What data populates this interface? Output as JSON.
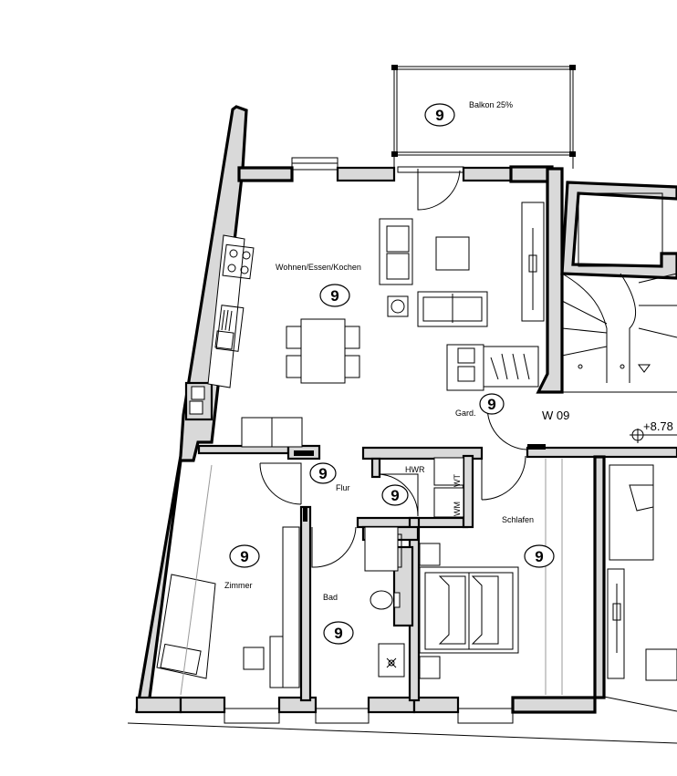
{
  "plan": {
    "unit_label": "W 09",
    "elevation": "+8.78",
    "rooms": [
      {
        "id": "balkon",
        "name": "Balkon 25%",
        "tag": "9"
      },
      {
        "id": "wohnen",
        "name": "Wohnen/Essen/Kochen",
        "tag": "9"
      },
      {
        "id": "gard",
        "name": "Gard.",
        "tag": "9"
      },
      {
        "id": "flur",
        "name": "Flur",
        "tag": "9"
      },
      {
        "id": "hwr",
        "name": "HWR",
        "tag": "9"
      },
      {
        "id": "schlafen",
        "name": "Schlafen",
        "tag": "9"
      },
      {
        "id": "zimmer",
        "name": "Zimmer",
        "tag": "9"
      },
      {
        "id": "bad",
        "name": "Bad",
        "tag": "9"
      }
    ],
    "appliance_labels": {
      "washer": "WM",
      "dryer": "WT"
    }
  }
}
